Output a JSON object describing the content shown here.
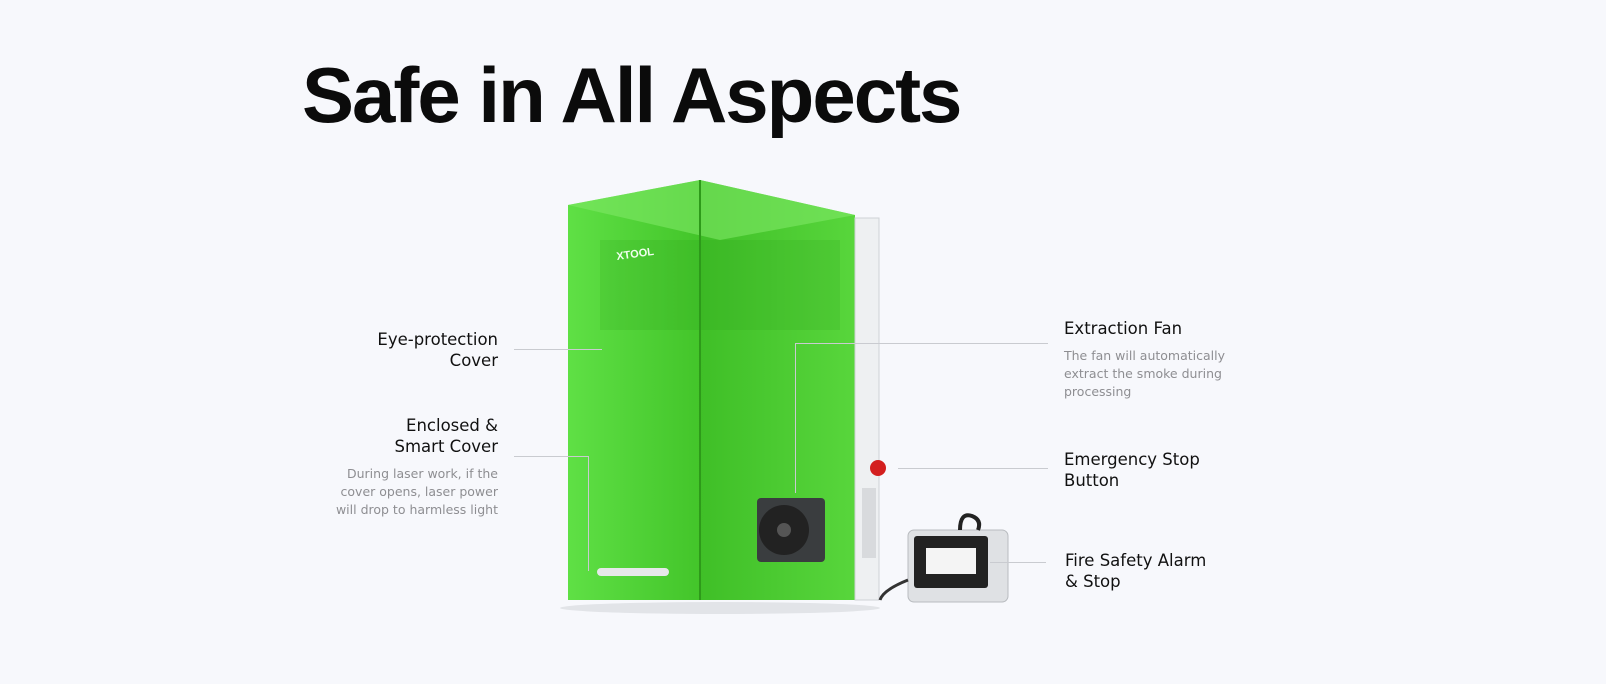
{
  "title": "Safe in All Aspects",
  "product": {
    "logo": "XTOOL",
    "accent": "#4fd633"
  },
  "callouts": {
    "eye": {
      "title_line1": "Eye-protection",
      "title_line2": "Cover"
    },
    "enclosed": {
      "title_line1": "Enclosed &",
      "title_line2": "Smart Cover",
      "desc_line1": "During laser work, if the",
      "desc_line2": "cover opens, laser power",
      "desc_line3": "will drop to harmless light"
    },
    "fan": {
      "title": "Extraction Fan",
      "desc_line1": "The fan will automatically",
      "desc_line2": "extract the smoke during",
      "desc_line3": "processing"
    },
    "estop": {
      "title_line1": "Emergency Stop",
      "title_line2": "Button"
    },
    "fire": {
      "title_line1": "Fire Safety Alarm",
      "title_line2": "& Stop"
    }
  }
}
